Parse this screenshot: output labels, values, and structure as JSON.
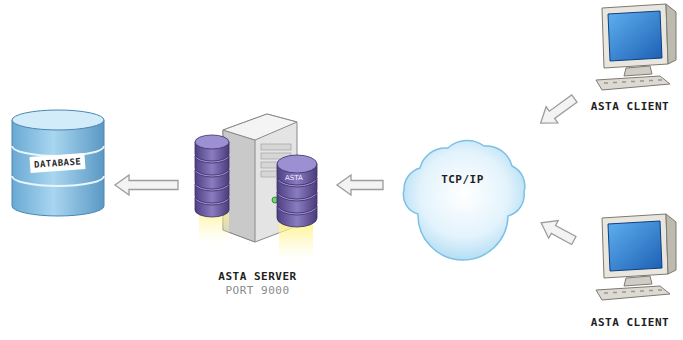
{
  "diagram": {
    "nodes": [
      {
        "text": [
          "DATABASE"
        ]
      },
      {
        "text": [
          "ASTA SERVER",
          "PORT 9000"
        ]
      },
      {
        "text": [
          "TCP/IP"
        ]
      },
      {
        "text": [
          "ASTA CLIENT"
        ]
      },
      {
        "text": [
          "ASTA CLIENT"
        ]
      }
    ],
    "edges": [
      {
        "from": 1,
        "to": 0,
        "arrow": "to"
      },
      {
        "from": 2,
        "to": 1,
        "arrow": "to"
      },
      {
        "from": 3,
        "to": 2,
        "arrow": "to"
      },
      {
        "from": 4,
        "to": 2,
        "arrow": "to"
      }
    ],
    "labels": [
      "ASTA"
    ]
  }
}
